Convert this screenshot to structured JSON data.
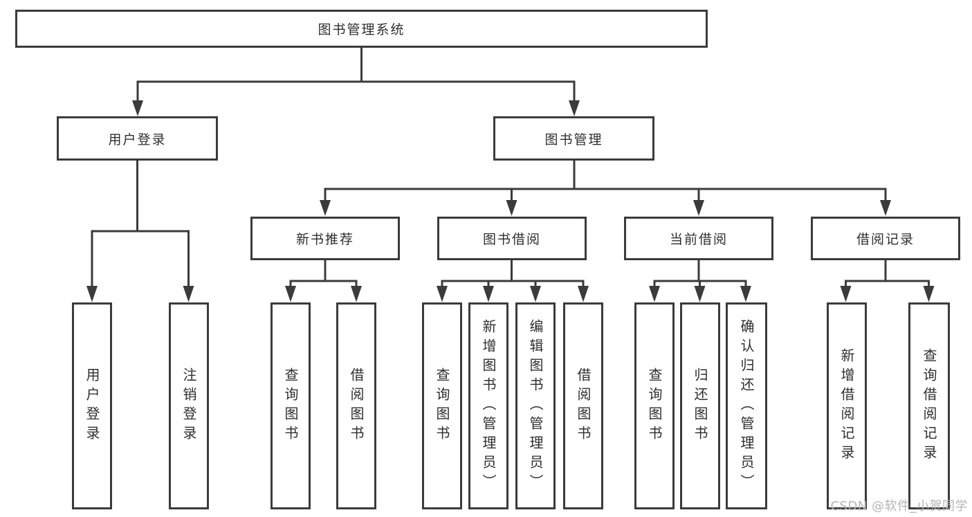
{
  "colors": {
    "line": "#3b3b3b",
    "text": "#2e2e2e",
    "watermark": "#b5b5b5"
  },
  "watermark": "CSDN @软件_小贺同学",
  "diagram": {
    "root": {
      "label": "图书管理系统"
    },
    "branches": [
      {
        "label": "用户登录",
        "children": [
          {
            "label": "用户登录"
          },
          {
            "label": "注销登录"
          }
        ]
      },
      {
        "label": "图书管理",
        "children": [
          {
            "label": "新书推荐",
            "children": [
              {
                "label": "查询图书"
              },
              {
                "label": "借阅图书"
              }
            ]
          },
          {
            "label": "图书借阅",
            "children": [
              {
                "label": "查询图书"
              },
              {
                "label": "新增图书（管理员）"
              },
              {
                "label": "编辑图书（管理员）"
              },
              {
                "label": "借阅图书"
              }
            ]
          },
          {
            "label": "当前借阅",
            "children": [
              {
                "label": "查询图书"
              },
              {
                "label": "归还图书"
              },
              {
                "label": "确认归还（管理员）"
              }
            ]
          },
          {
            "label": "借阅记录",
            "children": [
              {
                "label": "新增借阅记录"
              },
              {
                "label": "查询借阅记录"
              }
            ]
          }
        ]
      }
    ]
  }
}
